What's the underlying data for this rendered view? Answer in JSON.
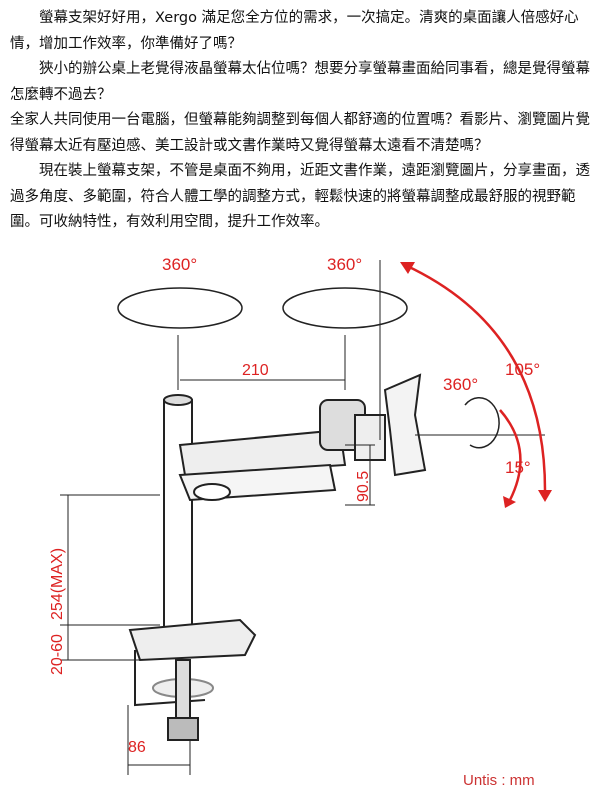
{
  "paragraphs": [
    {
      "text": "螢幕支架好好用，Xergo 滿足您全方位的需求，一次搞定。清爽的桌面讓人倍感好心情，增加工作效率，你準備好了嗎？",
      "indent": true
    },
    {
      "text": "狹小的辦公桌上老覺得液晶螢幕太佔位嗎？想要分享螢幕畫面給同事看，總是覺得螢幕怎麼轉不過去？",
      "indent": true
    },
    {
      "text": "全家人共同使用一台電腦，但螢幕能夠調整到每個人都舒適的位置嗎？看影片、瀏覽圖片覺得螢幕太近有壓迫感、美工設計或文書作業時又覺得螢幕太遠看不清楚嗎？",
      "indent": false
    },
    {
      "text": "現在裝上螢幕支架，不管是桌面不夠用，近距文書作業，遠距瀏覽圖片，分享畫面，透過多角度、多範圍，符合人體工學的調整方式，輕鬆快速的將螢幕調整成最舒服的視野範圍。可收納特性，有效利用空間，提升工作效率。",
      "indent": true
    }
  ],
  "diagram": {
    "rotation_1": "360°",
    "rotation_2": "360°",
    "arm_length": "210",
    "rotation_3": "360°",
    "tilt_up": "105°",
    "tilt_down": "15°",
    "vesa_offset": "90.5",
    "height_max": "254(MAX)",
    "clamp_range": "20-60",
    "clamp_depth": "86",
    "units": "Untis : mm"
  },
  "colors": {
    "annotation": "#d22222"
  }
}
